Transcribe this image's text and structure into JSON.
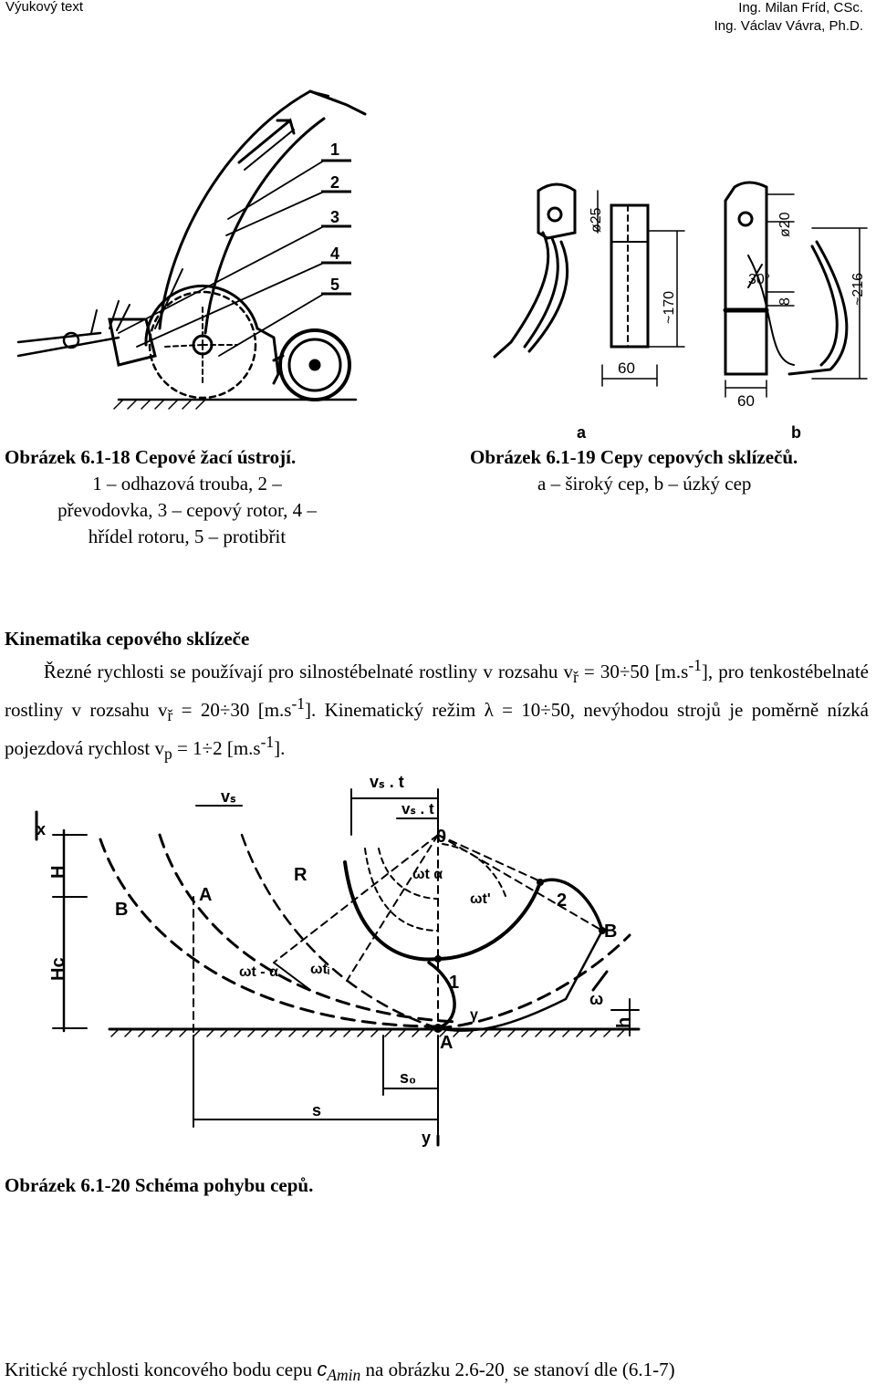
{
  "header": {
    "left": "Výukový text",
    "right_line1": "Ing. Milan Fríd, CSc.",
    "right_line2": "Ing. Václav Vávra, Ph.D."
  },
  "fig1": {
    "labels": [
      "1",
      "2",
      "3",
      "4",
      "5"
    ],
    "caption_title": "Obrázek 6.1-18 Cepové žací ústrojí.",
    "caption_line1": "1 – odhazová trouba, 2 –",
    "caption_line2": "převodovka, 3 – cepový rotor, 4 –",
    "caption_line3": "hřídel rotoru, 5 – protibřit"
  },
  "fig2": {
    "dim_d25": "ø25",
    "dim_170": "~170",
    "dim_60a": "60",
    "dim_d20": "ø20",
    "dim_30": "30°",
    "dim_8": "8",
    "dim_216": "~216",
    "dim_60b": "60",
    "label_a": "a",
    "label_b": "b",
    "caption_title": "Obrázek 6.1-19 Cepy cepových sklízečů.",
    "caption_desc": "a – široký cep, b – úzký cep"
  },
  "section": {
    "heading": "Kinematika cepového sklízeče",
    "p1_a": "Řezné rychlosti se používají pro silnostébelnaté rostliny v rozsahu v",
    "p1_sub1": "ř",
    "p1_b": " = 30÷50 [m.s",
    "p1_sup1": "-1",
    "p1_c": "], pro tenkostébelnaté rostliny v rozsahu v",
    "p1_sub2": "ř",
    "p1_d": " = 20÷30 [m.s",
    "p1_sup2": "-1",
    "p1_e": "]. Kinematický režim λ = 10÷50, nevýhodou strojů je poměrně nízká pojezdová rychlost  v",
    "p1_sub3": "p",
    "p1_f": " = 1÷2 [m.s",
    "p1_sup3": "-1",
    "p1_g": "]."
  },
  "fig3": {
    "vs_t_top": "vₛ . t",
    "vs_t_inner": "vₛ . t",
    "vs": "vₛ",
    "x": "x",
    "zero": "0",
    "H": "H",
    "Hc": "Hc",
    "A_upper": "A",
    "B_left": "B",
    "R": "R",
    "wt_a": "ωt  α",
    "wt_prime": "ωt'",
    "wt_minus_a": "ωt - α",
    "wt_i": "ωtᵢ",
    "two": "2",
    "B_right": "B",
    "one": "1",
    "omega": "ω",
    "gamma": "γ",
    "A_lower": "A",
    "h": "h",
    "s0": "s₀",
    "s": "s",
    "y": "y",
    "caption": "Obrázek 6.1-20 Schéma pohybu cepů."
  },
  "footer": {
    "a": "Kritické rychlosti koncového bodu cepu ",
    "c": "c",
    "sub": "Amin",
    "b": " na obrázku 2.6-20",
    "comma": ",",
    "rest": " se stanoví dle (6.1-7)"
  }
}
